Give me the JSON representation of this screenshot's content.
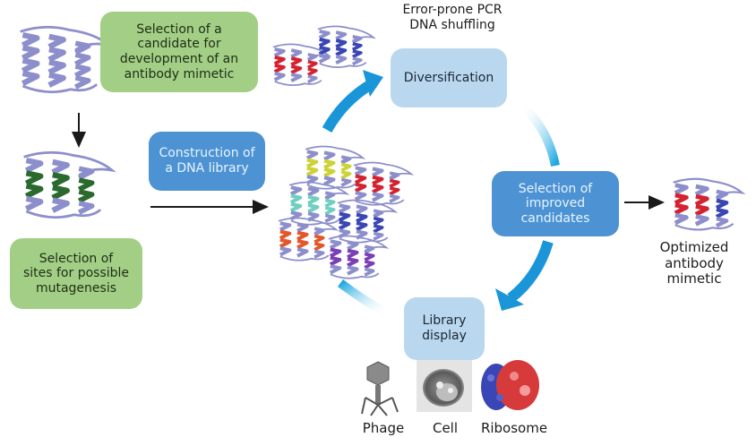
{
  "title": "Directed evolution workflow for antibody mimetics",
  "colors": {
    "green_box": "#a2cf85",
    "dark_blue_box": "#4d93d3",
    "light_blue_box": "#b9d8f0",
    "cycle_arrow": "#1a96d8",
    "protein_base": "#8c8fcb",
    "highlight_green": "#2a6a2e",
    "highlight_red": "#d42330",
    "highlight_blue": "#3a46b5",
    "highlight_yellow": "#cdd336",
    "highlight_cyan": "#6fcfc0",
    "highlight_orange": "#e2572b",
    "highlight_purple": "#7a3fb6"
  },
  "boxes": {
    "candidate": "Selection of a\ncandidate for\ndevelopment of an\nantibody mimetic",
    "sites": "Selection of\nsites for possible\nmutagenesis",
    "construction": "Construction of\na DNA library",
    "diversification": "Diversification",
    "selection": "Selection of\nimproved\ncandidates",
    "display": "Library\ndisplay"
  },
  "labels": {
    "diversification_methods": "Error-prone PCR\nDNA shuffling",
    "optimized": "Optimized\nantibody\nmimetic"
  },
  "display_systems": [
    {
      "name": "Phage",
      "icon": "phage-icon"
    },
    {
      "name": "Cell",
      "icon": "cell-icon"
    },
    {
      "name": "Ribosome",
      "icon": "ribosome-icon"
    }
  ],
  "proteins": {
    "template": {
      "highlight": "none"
    },
    "mutagenesis_sites": {
      "highlight": "green"
    },
    "diversified": [
      {
        "highlight": "red"
      },
      {
        "highlight": "blue"
      }
    ],
    "library": [
      {
        "highlight": "yellow"
      },
      {
        "highlight": "red"
      },
      {
        "highlight": "cyan"
      },
      {
        "highlight": "blue"
      },
      {
        "highlight": "orange"
      },
      {
        "highlight": "purple"
      }
    ],
    "optimized": {
      "highlight": "red-blue"
    }
  }
}
